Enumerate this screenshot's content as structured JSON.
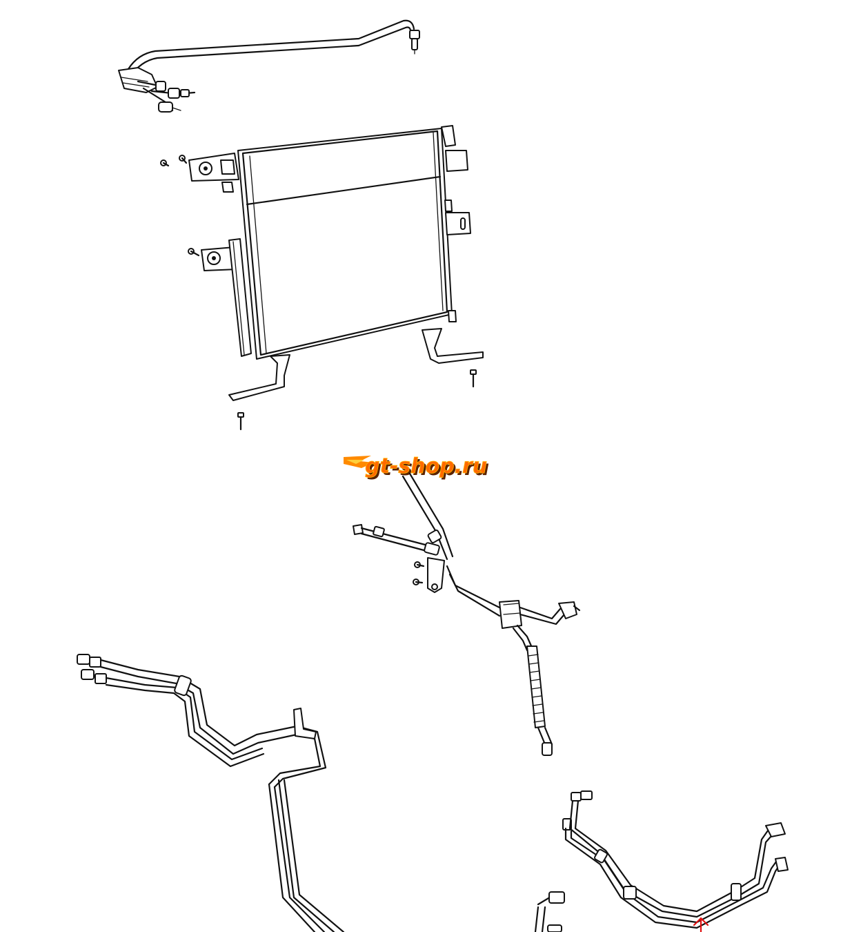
{
  "logo": {
    "text": "gt-shop.ru",
    "main_color": "#ff6a00",
    "accent_color": "#ffb400",
    "shadow_color": "#5a2200"
  },
  "marker": {
    "color": "#e01010",
    "icon": "arrow-up-icon"
  },
  "parts": [
    "ac-discharge-line",
    "ac-condenser",
    "ac-suction-line",
    "ac-liquid-lines-lower-left",
    "ac-liquid-lines-lower-right"
  ]
}
